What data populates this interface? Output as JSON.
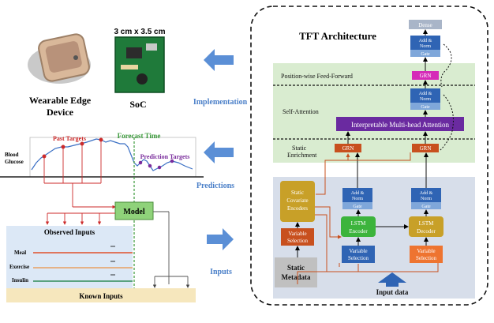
{
  "left": {
    "soc_size": "3 cm x 3.5 cm",
    "device_label_line1": "Wearable Edge",
    "device_label_line2": "Device",
    "soc_label": "SoC",
    "forecast_time": "Forecast Time",
    "past_targets": "Past Targets",
    "prediction_targets": "Prediction Targets",
    "blood_glucose_line1": "Blood",
    "blood_glucose_line2": "Glucose",
    "model": "Model",
    "observed_inputs": "Observed Inputs",
    "meal": "Meal",
    "exercise": "Exercise",
    "insulin": "Insulin",
    "known_inputs": "Known Inputs"
  },
  "arrows": {
    "implementation": "Implementation",
    "predictions": "Predictions",
    "inputs": "Inputs"
  },
  "tft": {
    "title": "TFT Architecture",
    "dense": "Dense",
    "add_norm_line1": "Add &",
    "add_norm_line2": "Norm",
    "gate": "Gate",
    "grn": "GRN",
    "position_wise": "Position-wise Feed-Forward",
    "self_attention": "Self-Attention",
    "multihead": "Interpretable Multi-head Attention",
    "static_enrichment_line1": "Static",
    "static_enrichment_line2": "Enrichment",
    "static_cov_line1": "Static",
    "static_cov_line2": "Covariate",
    "static_cov_line3": "Encoders",
    "variable_line1": "Variable",
    "variable_line2": "Selection",
    "lstm_line1": "LSTM",
    "lstm_encoder_line2": "Encoder",
    "lstm_decoder_line2": "Decoder",
    "static_metadata_line1": "Static",
    "static_metadata_line2": "Metadata",
    "input_data": "Input data"
  },
  "colors": {
    "arrow_blue": "#5b8fd6",
    "label_blue": "#4a7fc8",
    "green_band": "#d9ecd0",
    "blue_panel": "#d7deea",
    "block_blue": "#2f64b4",
    "gate_blue": "#7fa7da",
    "orange": "#c8501e",
    "purple": "#6a2aa0",
    "magenta": "#d52bb8",
    "gold": "#c8a028",
    "green_lstm": "#3cb43c",
    "forecast_green": "#3b9a3b",
    "past_red": "#cc2a2a",
    "pred_purple": "#7a2d9c"
  }
}
